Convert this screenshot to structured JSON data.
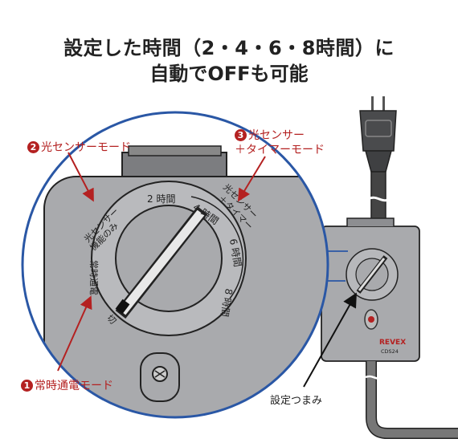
{
  "headline": {
    "line1": "設定した時間（2・4・6・8時間）に",
    "line2": "自動でOFFも可能"
  },
  "callouts": {
    "c1": {
      "num": "1",
      "label": "常時通電モード"
    },
    "c2": {
      "num": "2",
      "label": "光センサーモード"
    },
    "c3": {
      "num": "3",
      "label_line1": "光センサー",
      "label_line2": "＋タイマーモード"
    }
  },
  "dial": {
    "always_on": "常時通電",
    "sensor_only_line1": "光センサー",
    "sensor_only_line2": "機能のみ",
    "sensor_timer_line1": "光センサー",
    "sensor_timer_line2": "＋タイマー",
    "h2": "2 時間",
    "h4": "4 時間",
    "h6": "6 時間",
    "h8": "8 時間",
    "off": "切"
  },
  "device": {
    "brand": "REVEX",
    "model": "CDS24"
  },
  "knob_label": "設定つまみ",
  "colors": {
    "accent_red": "#b42121",
    "device_gray": "#a9aaad",
    "magnifier_blue": "#2a57a5"
  }
}
